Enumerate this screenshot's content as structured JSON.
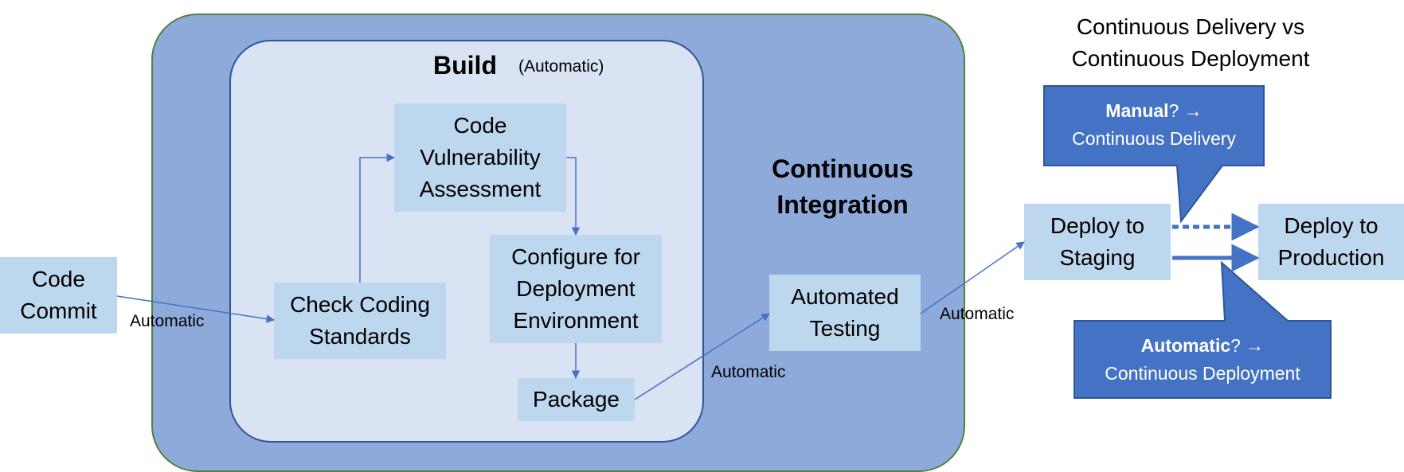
{
  "ci": {
    "title": "Continuous\nIntegration"
  },
  "build": {
    "title": "Build",
    "subtitle": "(Automatic)"
  },
  "steps": {
    "code_commit": "Code\nCommit",
    "check_coding_standards": "Check Coding\nStandards",
    "code_vulnerability_assessment": "Code\nVulnerability\nAssessment",
    "configure_deployment": "Configure for\nDeployment\nEnvironment",
    "package": "Package",
    "automated_testing": "Automated\nTesting",
    "deploy_staging": "Deploy to\nStaging",
    "deploy_production": "Deploy to\nProduction"
  },
  "edge_labels": {
    "commit_to_check": "Automatic",
    "package_to_testing": "Automatic",
    "testing_to_staging": "Automatic"
  },
  "side_title": "Continuous Delivery vs\nContinuous Deployment",
  "callouts": {
    "manual": {
      "bold": "Manual",
      "suffix": "? →",
      "line2": "Continuous Delivery"
    },
    "automatic": {
      "bold": "Automatic",
      "suffix": "? →",
      "line2": "Continuous Deployment"
    }
  },
  "colors": {
    "ci_fill": "#8eaadb",
    "build_fill": "#dae3f3",
    "step_fill": "#bdd7ee",
    "callout_fill": "#4472c4",
    "arrow": "#4472c4"
  }
}
